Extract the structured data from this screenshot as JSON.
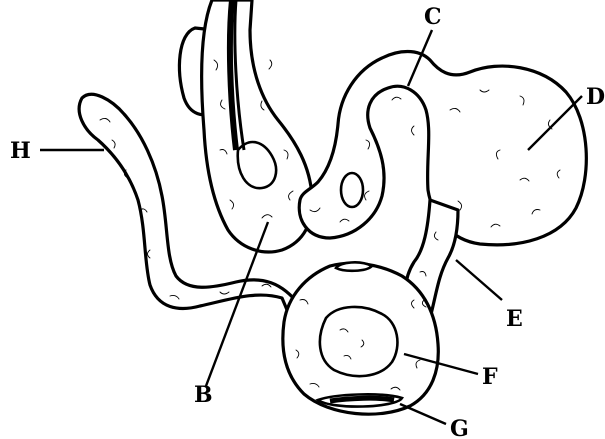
{
  "labels": {
    "a": "C",
    "b": "D",
    "c": "H",
    "d": "E",
    "e": "F",
    "f": "B",
    "g": "G"
  }
}
